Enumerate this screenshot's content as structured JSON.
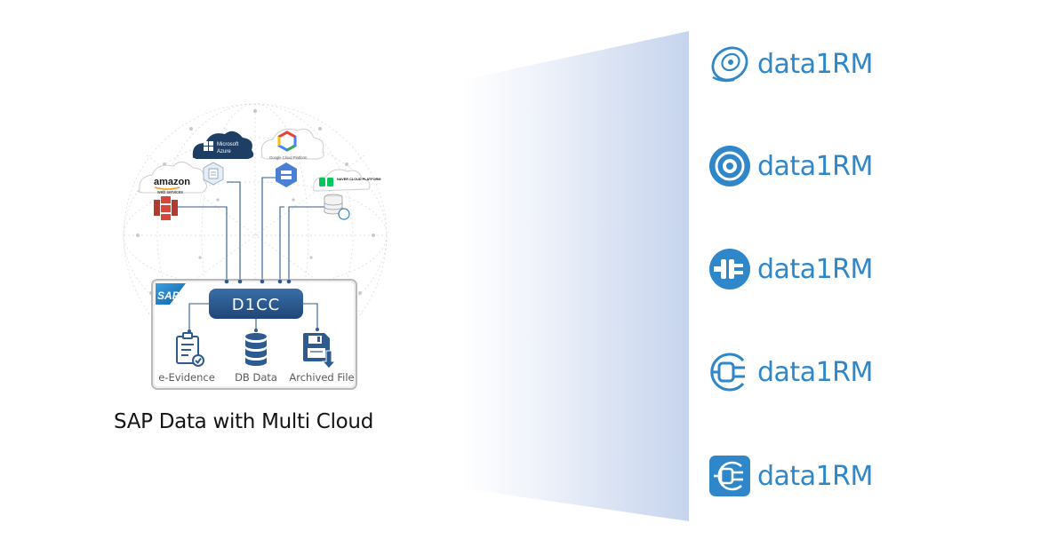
{
  "diagram": {
    "sap_logo": "SAP",
    "core_label": "D1CC",
    "clouds": {
      "aws_brand": "amazon",
      "aws_sub": "web services",
      "azure_vendor": "Microsoft",
      "azure_name": "Azure",
      "gcp_name": "Google Cloud Platform",
      "naver_name": "NAVER CLOUD PLATFORM"
    },
    "outputs": [
      {
        "label": "e-Evidence",
        "icon": "clipboard-check-icon"
      },
      {
        "label": "DB Data",
        "icon": "database-icon"
      },
      {
        "label": "Archived File",
        "icon": "floppy-download-icon"
      }
    ],
    "caption": "SAP Data with Multi Cloud"
  },
  "logos": [
    {
      "text": "data1RM",
      "icon": "disc-outline-icon"
    },
    {
      "text": "data1RM",
      "icon": "disc-filled-icon"
    },
    {
      "text": "data1RM",
      "icon": "connector-icon"
    },
    {
      "text": "data1RM",
      "icon": "plug-outline-icon"
    },
    {
      "text": "data1RM",
      "icon": "plug-square-icon"
    }
  ],
  "colors": {
    "brand_blue": "#2f86c9",
    "core_navy": "#2d5a8f",
    "beam_blue": "#c6d4ee"
  }
}
